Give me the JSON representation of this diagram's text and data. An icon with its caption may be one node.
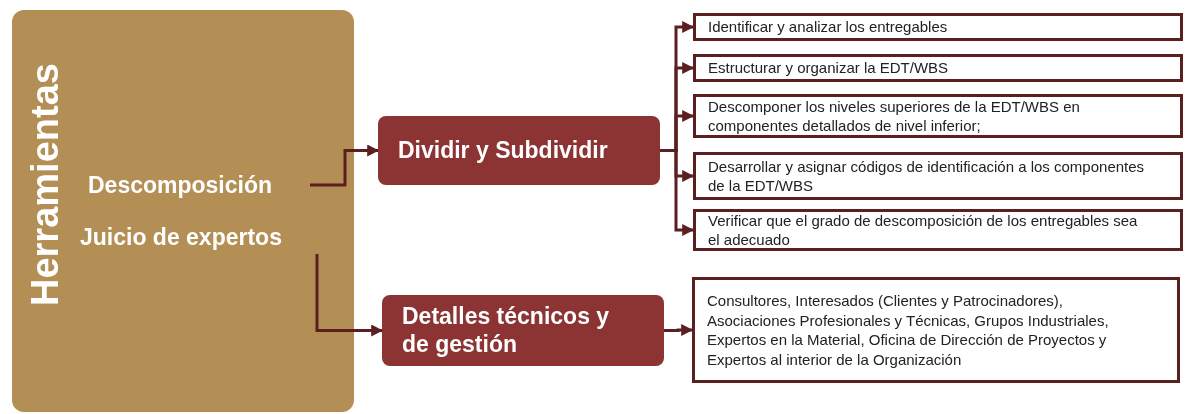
{
  "diagram": {
    "nodes": [
      {
        "text": [
          "Herramientas"
        ]
      },
      {
        "text": [
          "Descomposición"
        ],
        "in": 0
      },
      {
        "text": [
          "Juicio de expertos"
        ],
        "in": 0
      },
      {
        "text": [
          "Dividir y Subdividir"
        ]
      },
      {
        "text": [
          "Detalles técnicos y de gestión"
        ]
      },
      {
        "text": [
          "Identificar y analizar los entregables"
        ]
      },
      {
        "text": [
          "Estructurar y organizar la EDT/WBS"
        ]
      },
      {
        "text": [
          "Descomponer los niveles superiores de la EDT/WBS en componentes detallados de nivel inferior;"
        ]
      },
      {
        "text": [
          "Desarrollar y asignar códigos de identificación a los componentes de la EDT/WBS"
        ]
      },
      {
        "text": [
          "Verificar que el grado de descomposición de los entregables sea el adecuado"
        ]
      },
      {
        "text": [
          "Consultores,  Interesados (Clientes y Patrocinadores), Asociaciones Profesionales y Técnicas, Grupos Industriales, Expertos en la Material, Oficina de Dirección de Proyectos y Expertos al interior de la Organización"
        ]
      }
    ],
    "edges": [
      {
        "from": 1,
        "to": 3,
        "arrow": "to"
      },
      {
        "from": 2,
        "to": 4,
        "arrow": "to"
      },
      {
        "from": 3,
        "to": 5,
        "arrow": "to"
      },
      {
        "from": 3,
        "to": 6,
        "arrow": "to"
      },
      {
        "from": 3,
        "to": 7,
        "arrow": "to"
      },
      {
        "from": 3,
        "to": 8,
        "arrow": "to"
      },
      {
        "from": 3,
        "to": 9,
        "arrow": "to"
      },
      {
        "from": 4,
        "to": 10,
        "arrow": "to"
      }
    ]
  }
}
